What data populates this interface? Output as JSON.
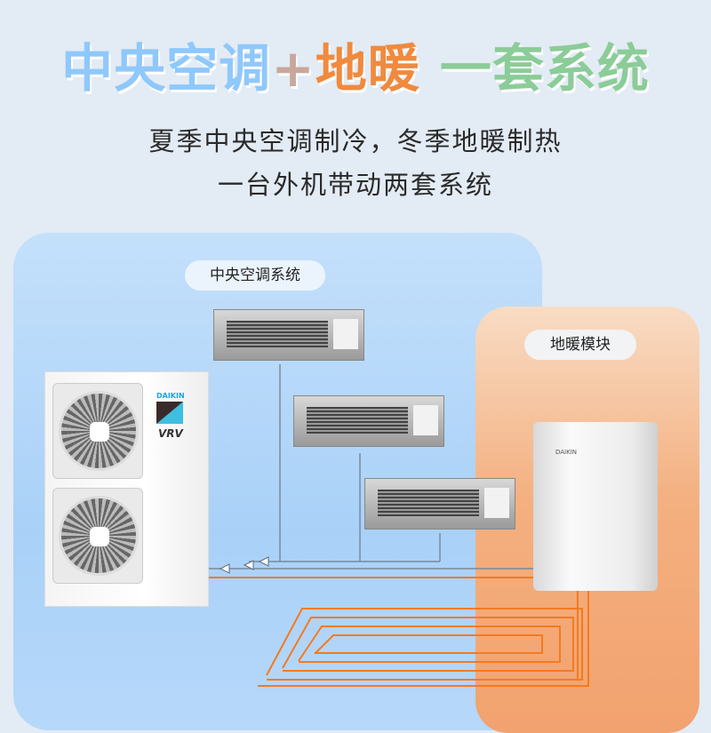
{
  "title": {
    "part1": "中央空调",
    "plus": "+",
    "part2": "地暖",
    "part3": "一套系统"
  },
  "subtitle": {
    "line1": "夏季中央空调制冷，冬季地暖制热",
    "line2": "一台外机带动两套系统"
  },
  "labels": {
    "ac_system": "中央空调系统",
    "floor_heating": "地暖模块"
  },
  "outdoor_unit": {
    "brand": "DAIKIN",
    "model": "VRV"
  },
  "heater": {
    "brand": "DAIKIN"
  },
  "colors": {
    "blue_accent": "#8fc8fb",
    "orange_accent": "#f08a3e",
    "green_accent": "#8bcc98",
    "coil": "#f57a1f"
  }
}
